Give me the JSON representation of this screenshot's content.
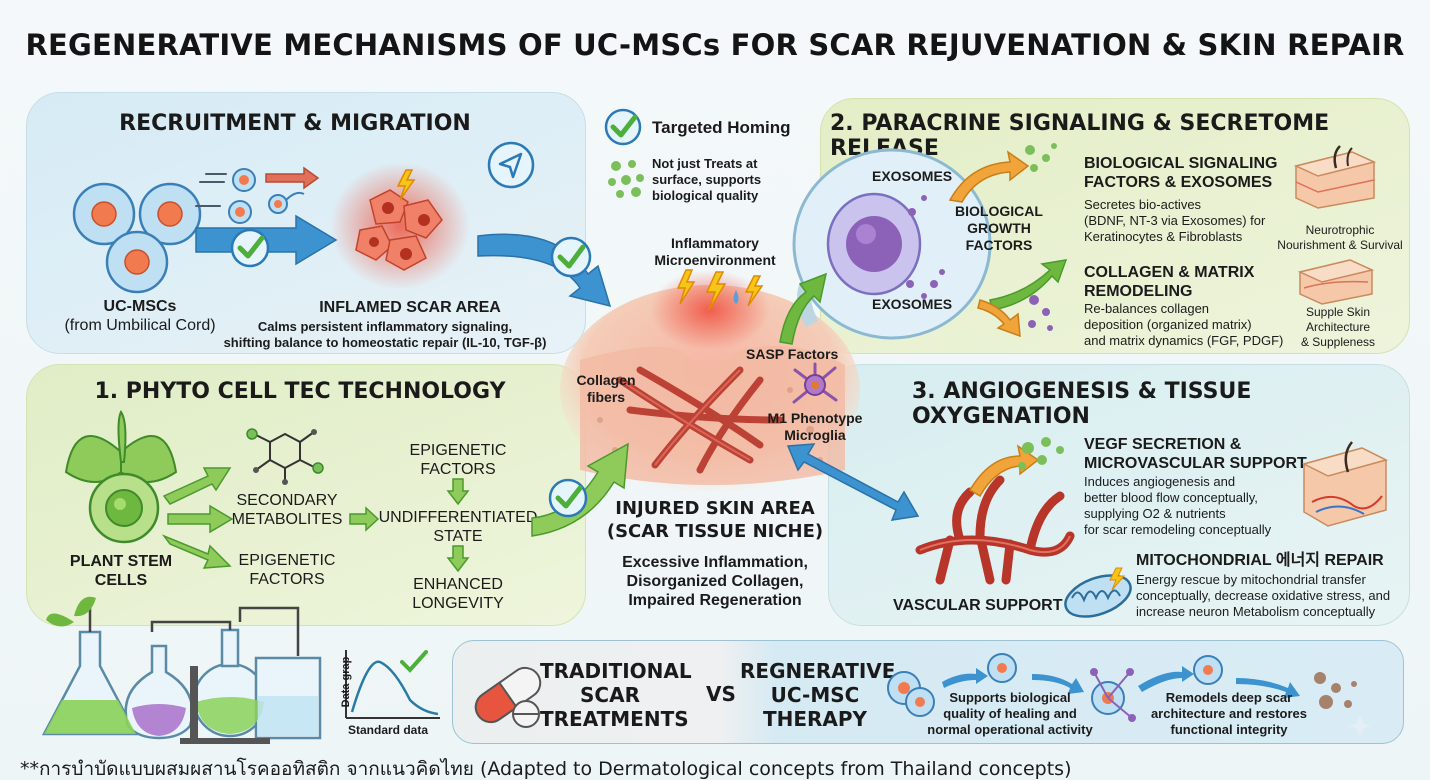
{
  "title": "REGENERATIVE MECHANISMS OF UC-MSCs FOR SCAR REJUVENATION & SKIN REPAIR",
  "colors": {
    "blue_arrow": "#3c93cf",
    "green_arrow": "#5aa63a",
    "check_green": "#4caf3a",
    "inflamed_red": "#e8553f",
    "orange_arrow": "#f0a43a"
  },
  "recruitment": {
    "heading": "RECRUITMENT & MIGRATION",
    "ucmsc_label": "UC-MSCs",
    "ucmsc_sub": "(from Umbilical Cord)",
    "inflamed_label": "INFLAMED SCAR AREA",
    "inflamed_desc1": "Calms persistent inflammatory signaling,",
    "inflamed_desc2": "shifting balance to homeostatic repair (IL-10, TGF-β)"
  },
  "homing": {
    "title": "Targeted Homing",
    "line1": "Not just Treats at",
    "line2": "surface, supports",
    "line3": "biological quality"
  },
  "center": {
    "inflam_micro1": "Inflammatory",
    "inflam_micro2": "Microenvironment",
    "collagen1": "Collagen",
    "collagen2": "fibers",
    "sasp": "SASP Factors",
    "m1_line1": "M1 Phenotype",
    "m1_line2": "Microglia",
    "injured1": "INJURED SKIN AREA",
    "injured2": "(SCAR TISSUE NICHE)",
    "desc1": "Excessive Inflammation,",
    "desc2": "Disorganized Collagen,",
    "desc3": "Impaired Regeneration"
  },
  "phyto": {
    "heading": "1. PHYTO CELL TEC TECHNOLOGY",
    "plant1": "PLANT STEM",
    "plant2": "CELLS",
    "secondary1": "SECONDARY",
    "secondary2": "METABOLITES",
    "epi_left1": "EPIGENETIC",
    "epi_left2": "FACTORS",
    "epi_top1": "EPIGENETIC",
    "epi_top2": "FACTORS",
    "undiff1": "UNDIFFERENTIATED",
    "undiff2": "STATE",
    "enhanced1": "ENHANCED",
    "enhanced2": "LONGEVITY"
  },
  "lab": {
    "graph_y": "Data grap",
    "graph_x": "Standard data"
  },
  "paracrine": {
    "heading": "2. PARACRINE SIGNALING & SECRETOME RELEASE",
    "exosomes_top": "EXOSOMES",
    "exosomes_bottom": "EXOSOMES",
    "bgf1": "BIOLOGICAL",
    "bgf2": "GROWTH",
    "bgf3": "FACTORS",
    "sig_title1": "BIOLOGICAL SIGNALING",
    "sig_title2": "FACTORS & EXOSOMES",
    "sig_desc1": "Secretes bio-actives",
    "sig_desc2": "(BDNF, NT-3 via Exosomes) for",
    "sig_desc3": "Keratinocytes & Fibroblasts",
    "neuro1": "Neurotrophic",
    "neuro2": "Nourishment & Survival",
    "col_title1": "COLLAGEN & MATRIX",
    "col_title2": "REMODELING",
    "col_desc1": "Re-balances collagen",
    "col_desc2": "deposition (organized matrix)",
    "col_desc3": "and matrix dynamics (FGF, PDGF)",
    "supple1": "Supple Skin",
    "supple2": "Architecture",
    "supple3": "& Suppleness"
  },
  "angio": {
    "heading": "3. ANGIOGENESIS & TISSUE OXYGENATION",
    "vegf1": "VEGF SECRETION &",
    "vegf2": "MICROVASCULAR SUPPORT",
    "vegf_desc1": "Induces angiogenesis and",
    "vegf_desc2": "better blood flow conceptually,",
    "vegf_desc3": "supplying O2 & nutrients",
    "vegf_desc4": "for scar remodeling conceptually",
    "vascular": "VASCULAR SUPPORT",
    "mito_title": "MITOCHONDRIAL 에너지 REPAIR",
    "mito_desc1": "Energy rescue by mitochondrial transfer",
    "mito_desc2": "conceptually, decrease oxidative stress, and",
    "mito_desc3": "increase neuron Metabolism conceptually"
  },
  "compare": {
    "trad1": "TRADITIONAL",
    "trad2": "SCAR",
    "trad3": "TREATMENTS",
    "vs": "VS",
    "regen1": "REGNERATIVE",
    "regen2": "UC-MSC",
    "regen3": "THERAPY",
    "step1a": "Supports biological",
    "step1b": "quality of healing and",
    "step1c": "normal operational activity",
    "step2a": "Remodels deep scar",
    "step2b": "architecture and restores",
    "step2c": "functional integrity"
  },
  "footnote": "**การบำบัดแบบผสมผสานโรคออทิสติก จากแนวคิดไทย (Adapted to Dermatological concepts from Thailand concepts)"
}
